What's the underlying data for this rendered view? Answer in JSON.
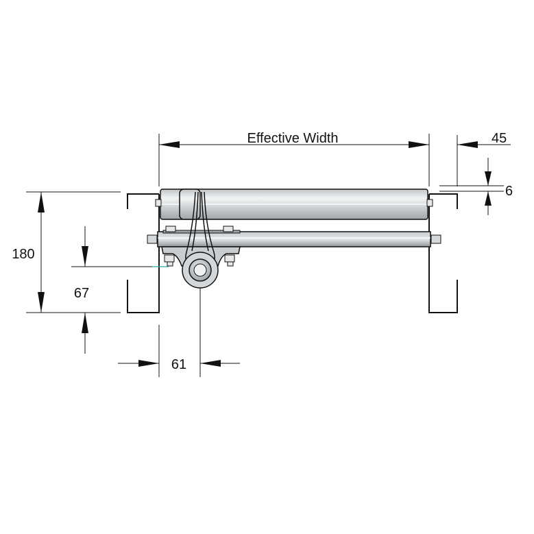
{
  "diagram": {
    "subject": "roller conveyor cross-section with side frames, carrier roller, cross-member and drive shaft bracket",
    "dimensions": {
      "effective_width": "Effective Width",
      "side_offset": "45",
      "roller_height_above_frame": "6",
      "frame_height": "180",
      "shaft_height": "67",
      "shaft_offset": "61"
    },
    "colors": {
      "line": "#111111",
      "roller": "#cfd3d6",
      "roller_highlight": "#f1f3f4",
      "bar": "#a9adb0",
      "frame": "#ffffff",
      "accent_leader": "#2aa8a0"
    }
  }
}
